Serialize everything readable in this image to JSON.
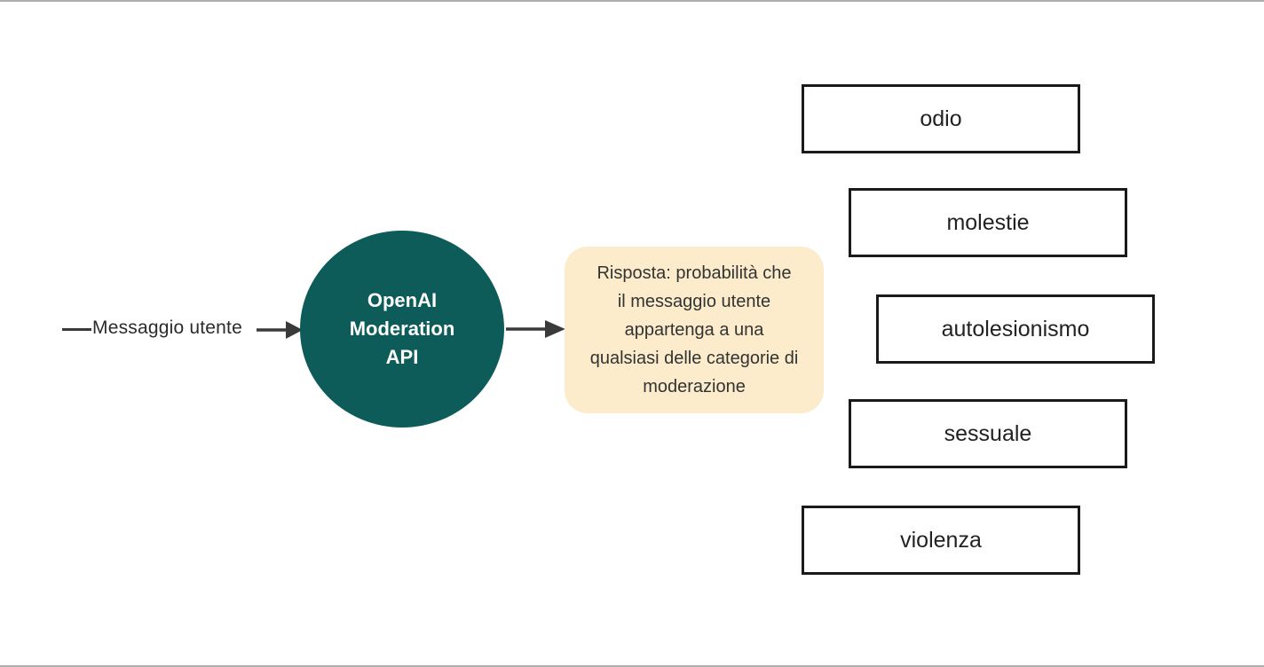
{
  "diagram": {
    "input": {
      "label": "Messaggio utente"
    },
    "node": {
      "title_lines": {
        "0": "OpenAI",
        "1": "Moderation",
        "2": "API"
      },
      "color": "#0d5c59",
      "text_color": "#ffffff"
    },
    "response_box": {
      "text": "Risposta: probabilità che il messaggio utente appartenga a una qualsiasi delle categorie di moderazione",
      "lines": {
        "0": "Risposta: probabilità che",
        "1": "il messaggio utente",
        "2": "appartenga a una",
        "3": "qualsiasi delle categorie di",
        "4": "moderazione"
      },
      "bg_color": "#fceccb"
    },
    "categories": {
      "0": {
        "label": "odio"
      },
      "1": {
        "label": "molestie"
      },
      "2": {
        "label": "autolesionismo"
      },
      "3": {
        "label": "sessuale"
      },
      "4": {
        "label": "violenza"
      }
    },
    "colors": {
      "arrow": "#3a3a3a",
      "category_border": "#1a1a1a",
      "category_text": "#222222",
      "response_text": "#333333"
    }
  }
}
